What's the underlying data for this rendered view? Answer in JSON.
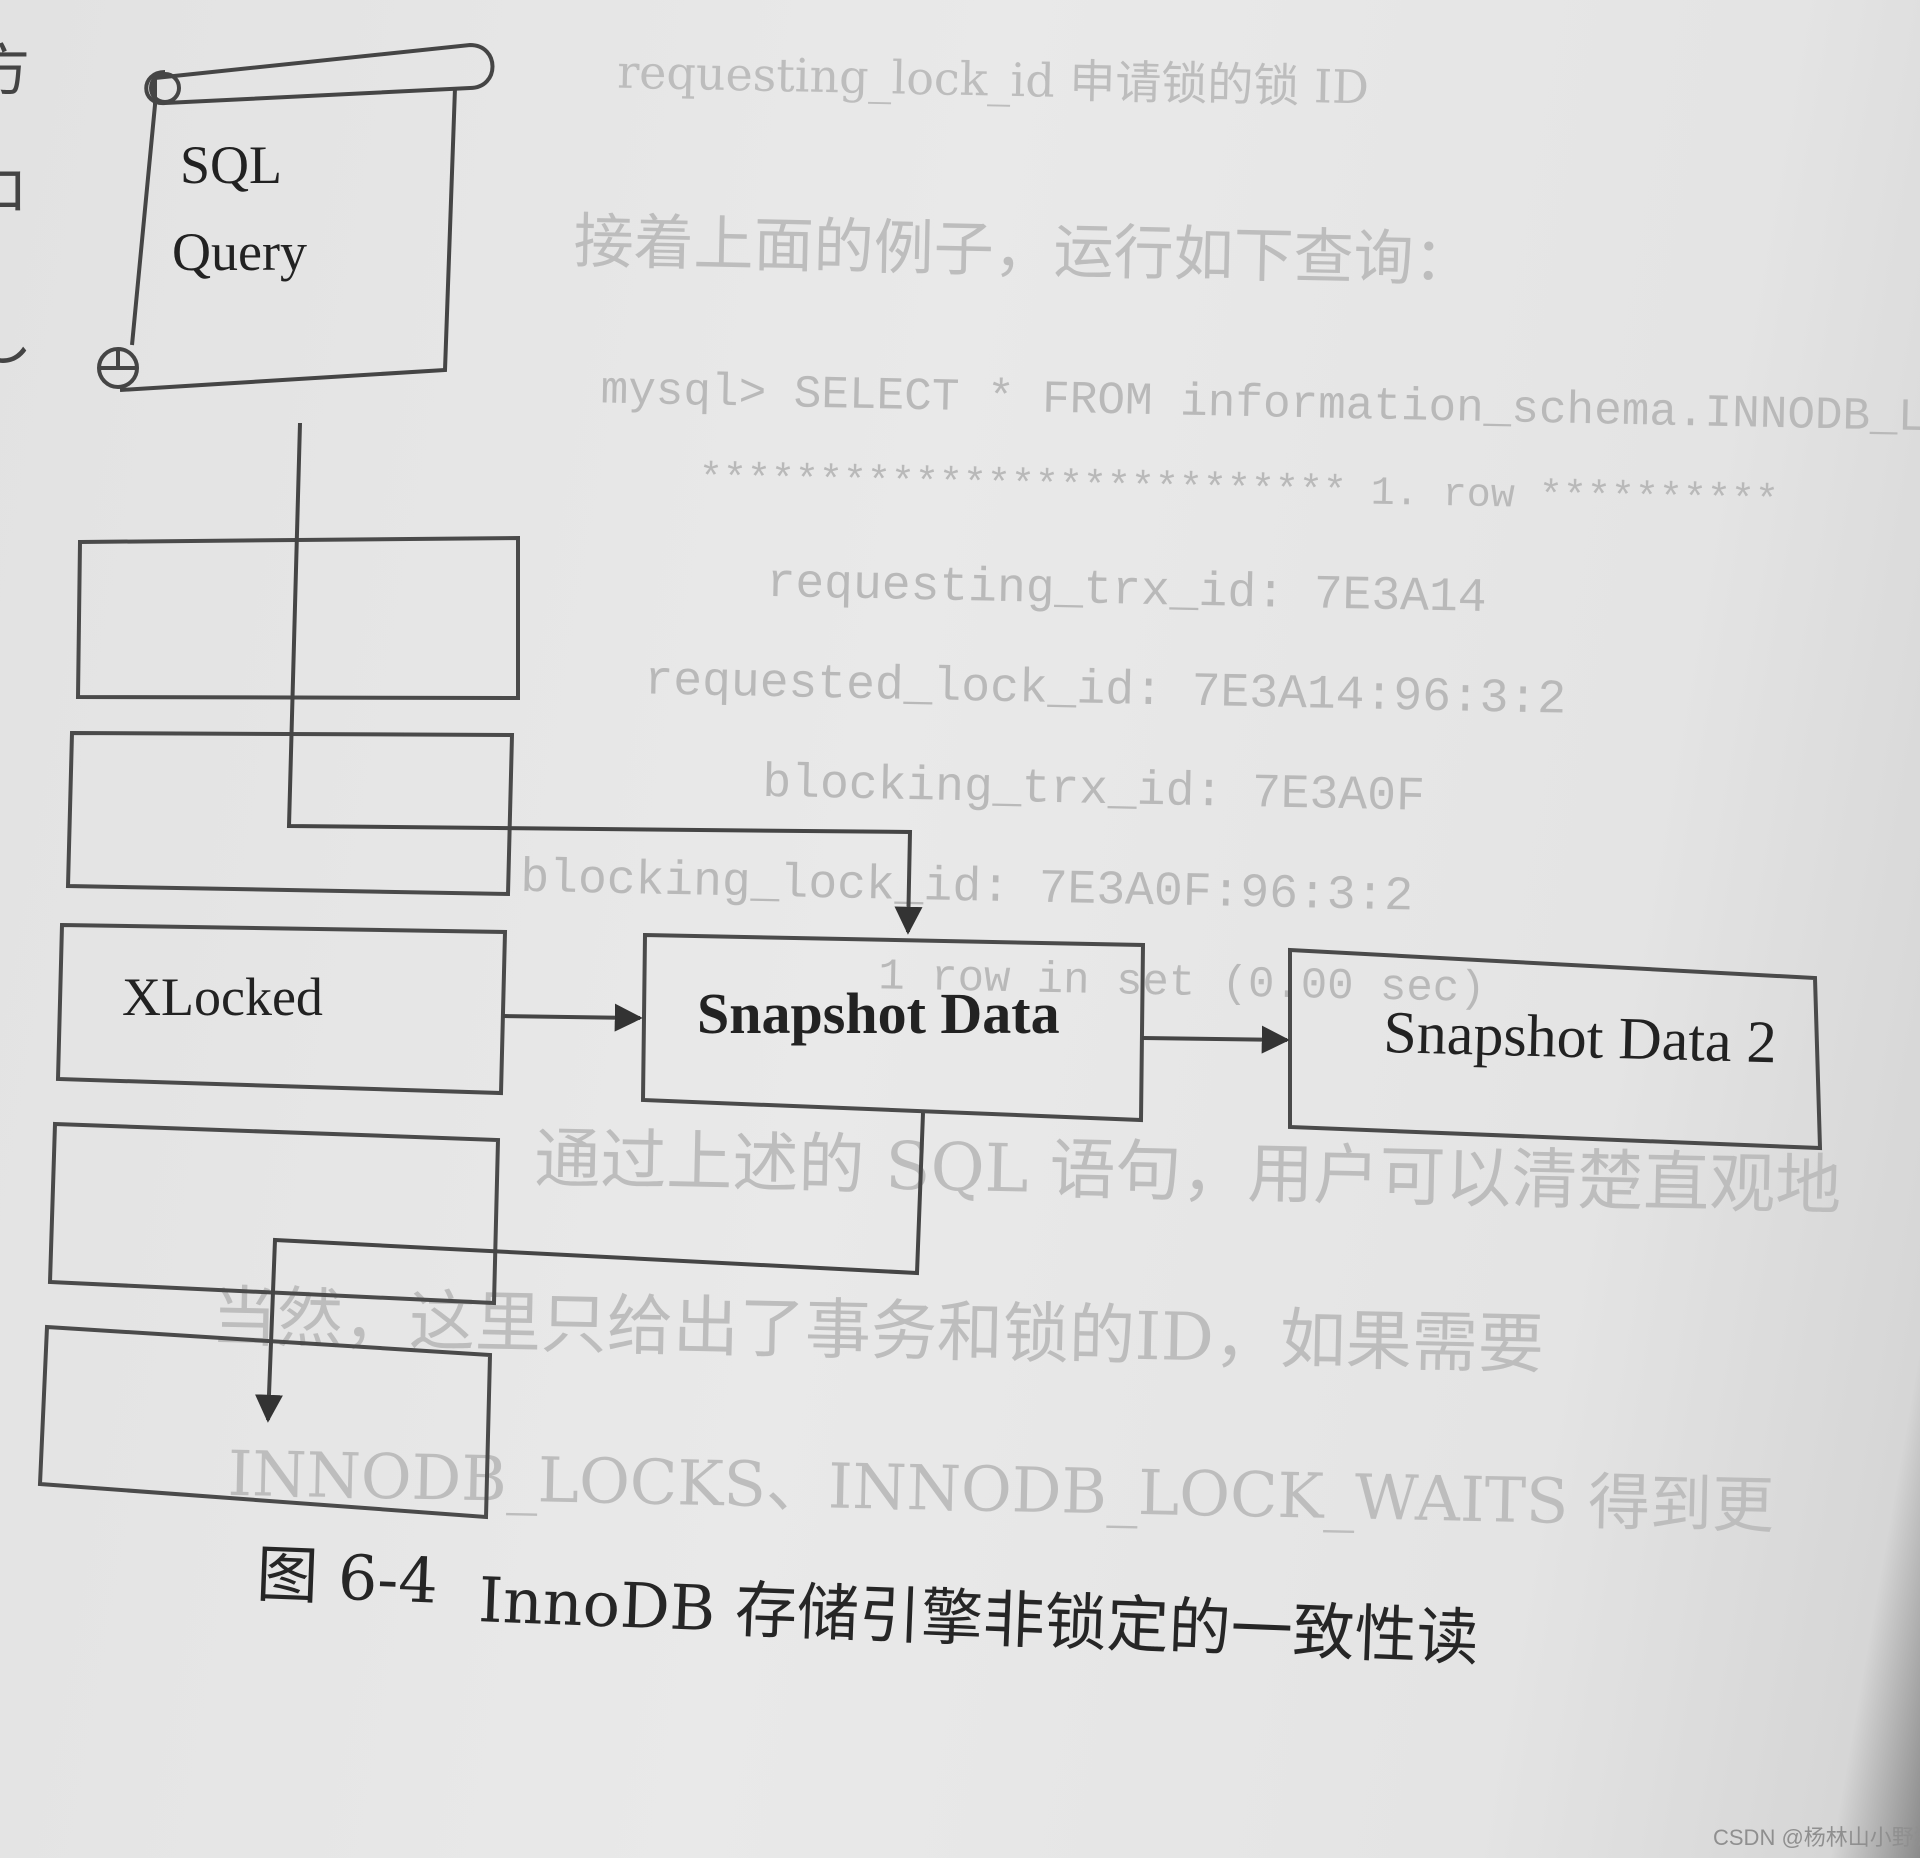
{
  "diagram": {
    "sql_query_lines": [
      "SQL",
      "Query"
    ],
    "rows": [
      {
        "label": ""
      },
      {
        "label": ""
      },
      {
        "label": "XLocked"
      },
      {
        "label": ""
      },
      {
        "label": ""
      }
    ],
    "snapshot_1": "Snapshot Data",
    "snapshot_2": "Snapshot Data 2",
    "caption_number": "图 6-4",
    "caption_text": "InnoDB 存储引擎非锁定的一致性读"
  },
  "margin_fragments": [
    "方",
    "ロ",
    "し"
  ],
  "bleed_through": {
    "lines": [
      "requesting_lock_id    申请锁的锁 ID",
      "接着上面的例子，运行如下查询：",
      "mysql> SELECT * FROM information_schema.INNODB_LO",
      "*************************** 1. row **********",
      "requesting_trx_id: 7E3A14",
      "requested_lock_id: 7E3A14:96:3:2",
      "blocking_trx_id: 7E3A0F",
      "blocking_lock_id: 7E3A0F:96:3:2",
      "1 row in set (0.00 sec)",
      "通过上述的 SQL 语句，用户可以清楚直观地",
      "当然，这里只给出了事务和锁的ID，如果需要",
      "INNODB_LOCKS、INNODB_LOCK_WAITS 得到更"
    ]
  },
  "watermark": "CSDN @杨林山小野猪"
}
